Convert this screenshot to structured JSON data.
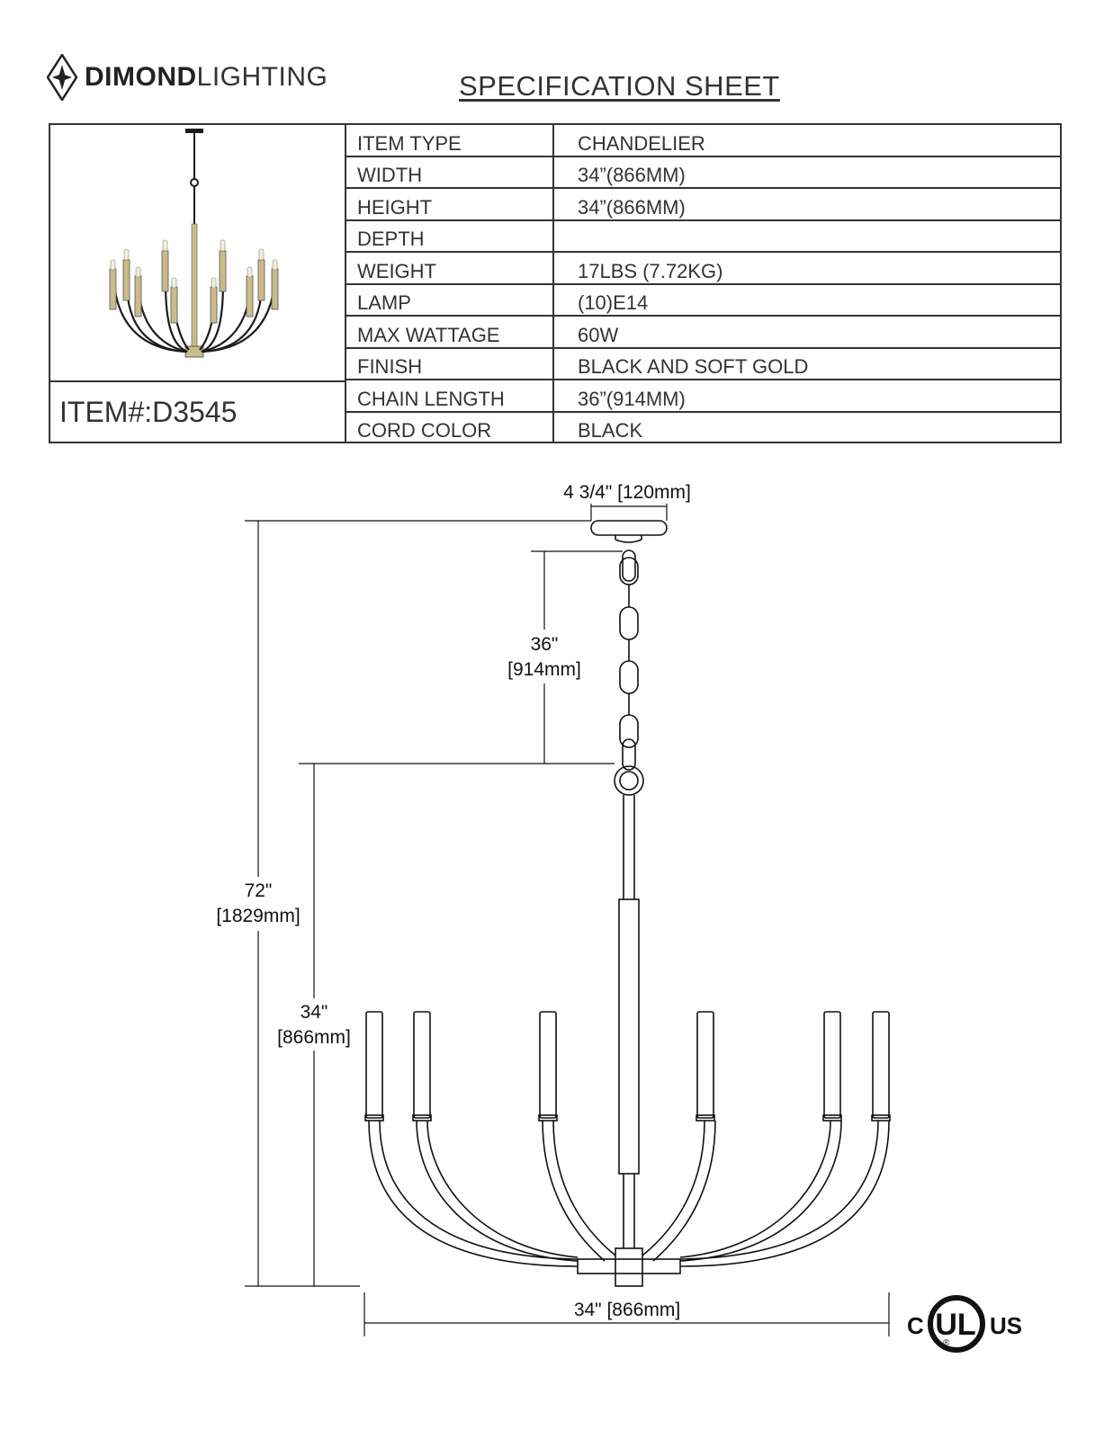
{
  "brand": {
    "bold": "DIMOND",
    "light": "LIGHTING"
  },
  "title": "SPECIFICATION  SHEET",
  "item_label": "ITEM#:",
  "item_number": "D3545",
  "specs": [
    {
      "key": "ITEM TYPE",
      "value": "CHANDELIER"
    },
    {
      "key": "WIDTH",
      "value": "34”(866MM)"
    },
    {
      "key": "HEIGHT",
      "value": "34”(866MM)"
    },
    {
      "key": "DEPTH",
      "value": ""
    },
    {
      "key": "WEIGHT",
      "value": "17LBS (7.72KG)"
    },
    {
      "key": "LAMP",
      "value": "(10)E14"
    },
    {
      "key": "MAX WATTAGE",
      "value": "60W"
    },
    {
      "key": "FINISH",
      "value": "BLACK AND SOFT GOLD"
    },
    {
      "key": "CHAIN LENGTH",
      "value": "36”(914MM)"
    },
    {
      "key": "CORD COLOR",
      "value": "BLACK"
    }
  ],
  "dimensions": {
    "canopy": "4 3/4\" [120mm]",
    "chain_in": "36\"",
    "chain_mm": "[914mm]",
    "overall_in": "72\"",
    "overall_mm": "[1829mm]",
    "body_in": "34\"",
    "body_mm": "[866mm]",
    "width": "34\" [866mm]"
  },
  "certification": {
    "c": "C",
    "mark": "UL",
    "us": "US",
    "reg": "®"
  },
  "colors": {
    "black": "#1c1c1c",
    "gold": "#c9bb8a",
    "line": "#111111"
  }
}
